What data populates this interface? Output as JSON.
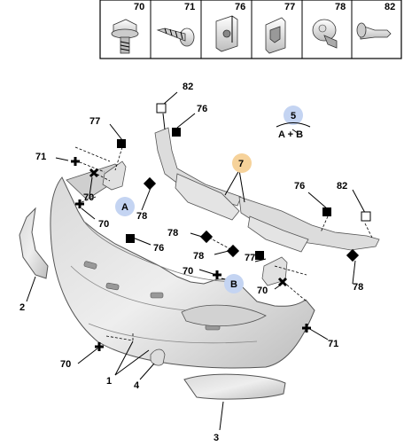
{
  "parts_header": [
    {
      "ref": "70",
      "icon": "bolt-flanged-icon"
    },
    {
      "ref": "71",
      "icon": "screw-self-tapping-icon"
    },
    {
      "ref": "76",
      "icon": "clip-nut-icon"
    },
    {
      "ref": "77",
      "icon": "spring-clip-icon"
    },
    {
      "ref": "78",
      "icon": "push-rivet-icon"
    },
    {
      "ref": "82",
      "icon": "plug-fastener-icon"
    }
  ],
  "callouts": {
    "c1": "1",
    "c2": "2",
    "c3": "3",
    "c4": "4",
    "c5": "5",
    "c7": "7",
    "c70a": "70",
    "c70b": "70",
    "c70c": "70",
    "c70d": "70",
    "c70e": "70",
    "c71a": "71",
    "c71b": "71",
    "c76a": "76",
    "c76b": "76",
    "c76c": "76",
    "c77a": "77",
    "c77b": "77",
    "c78a": "78",
    "c78b": "78",
    "c78c": "78",
    "c78d": "78",
    "c82a": "82",
    "c82b": "82"
  },
  "detail_markers": {
    "a": "A",
    "b": "B"
  },
  "formula": "A + B",
  "colors": {
    "marker_blue": "#c4d4f2",
    "marker_orange": "#f6d29a",
    "part_fill": "#e6e6e6",
    "part_stroke": "#555555"
  }
}
